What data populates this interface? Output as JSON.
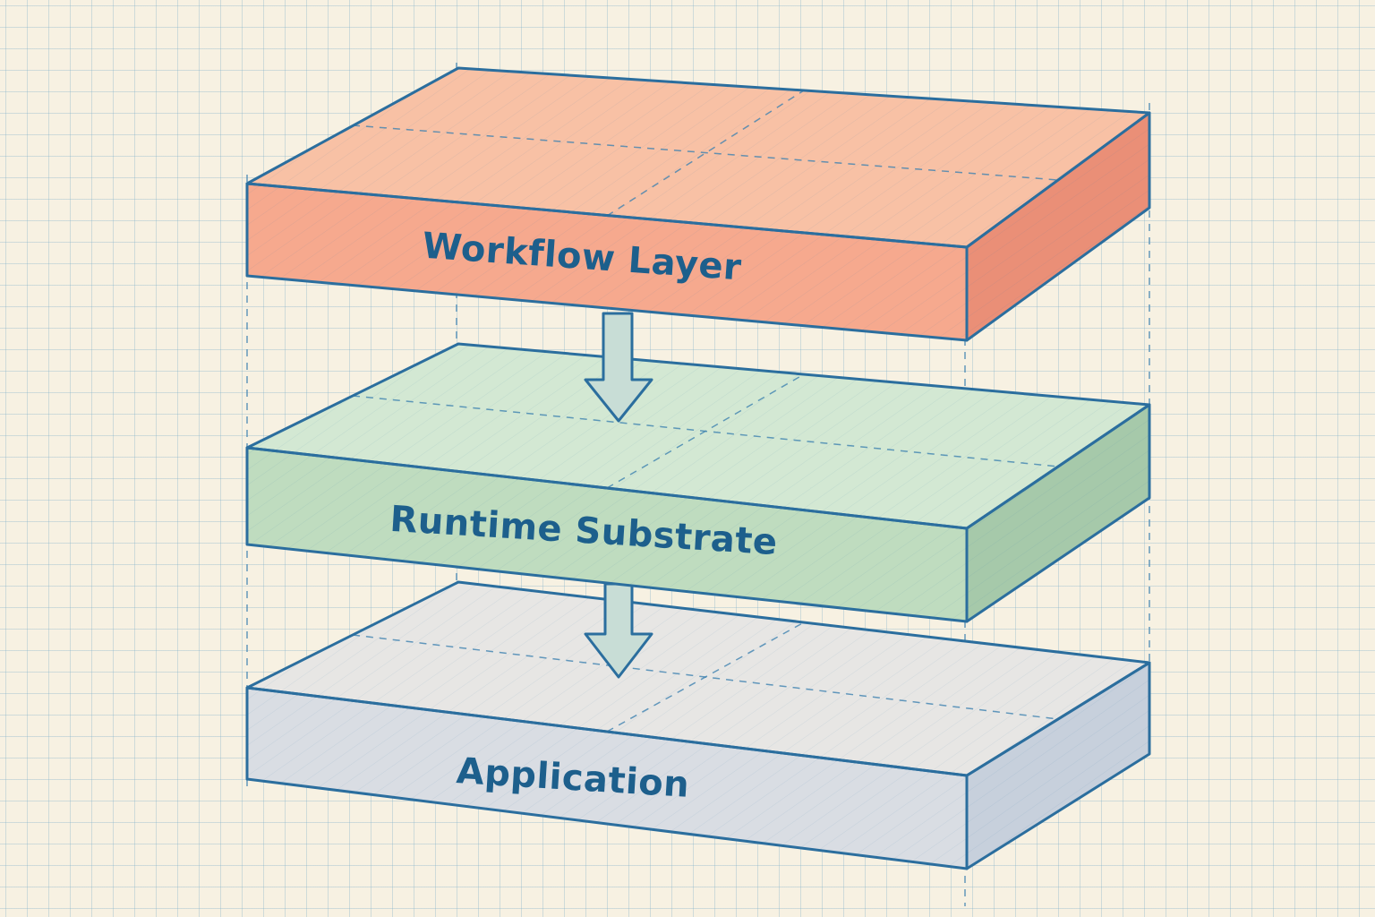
{
  "diagram": {
    "layers": [
      {
        "label": "Workflow Layer",
        "top": "#f8c1a5",
        "front": "#f6a98e",
        "side": "#ea8f77"
      },
      {
        "label": "Runtime Substrate",
        "top": "#d3e8d3",
        "front": "#bfdcbf",
        "side": "#a6c9aa"
      },
      {
        "label": "Application",
        "top": "#e7e6e4",
        "front": "#d9dde3",
        "side": "#c7d0dc"
      }
    ],
    "colors": {
      "outline": "#2b6e9e",
      "text": "#1d5f8c",
      "paper": "#f7f1e2",
      "arrow_fill": "#c8ddd6"
    }
  }
}
